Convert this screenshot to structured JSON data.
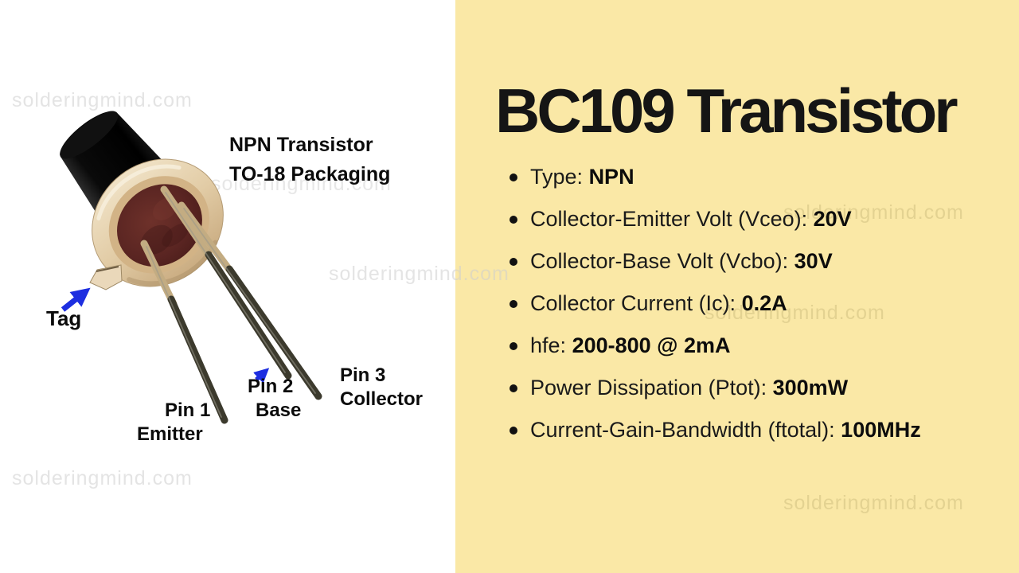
{
  "page": {
    "left_bg": "#ffffff",
    "right_bg": "#FAE8A6",
    "arrow_color": "#1d2ee0"
  },
  "title": "BC109 Transistor",
  "watermark": {
    "text": "solderingmind.com"
  },
  "diagram": {
    "caption_line1": "NPN Transistor",
    "caption_line2": "TO-18 Packaging",
    "labels": {
      "tag": "Tag",
      "pin1_line1": "Pin 1",
      "pin1_line2": "Emitter",
      "pin2_line1": "Pin 2",
      "pin2_line2": "Base",
      "pin3_line1": "Pin 3",
      "pin3_line2": "Collector"
    }
  },
  "specs": [
    {
      "label": "Type:",
      "value": "NPN"
    },
    {
      "label": "Collector-Emitter Volt (Vceo):",
      "value": "20V"
    },
    {
      "label": "Collector-Base Volt (Vcbo):",
      "value": "30V"
    },
    {
      "label": "Collector Current (Ic):",
      "value": "0.2A"
    },
    {
      "label": "hfe:",
      "value": "200-800 @ 2mA"
    },
    {
      "label": "Power Dissipation (Ptot):",
      "value": "300mW"
    },
    {
      "label": "Current-Gain-Bandwidth (ftotal):",
      "value": "100MHz"
    }
  ]
}
